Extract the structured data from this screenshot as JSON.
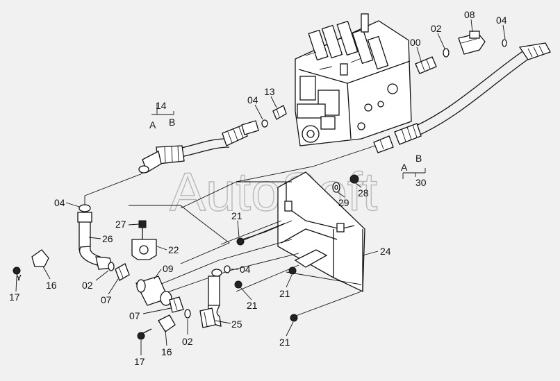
{
  "watermark": "AutoSoft",
  "labels": {
    "p08": "08",
    "p04_top_right": "04",
    "p00": "00",
    "p02_top": "02",
    "p13": "13",
    "p04_mid": "04",
    "p14": "14",
    "pA_left": "A",
    "pB_left": "B",
    "pA_right": "A",
    "pB_right": "B",
    "p30": "30",
    "p29": "29",
    "p28": "28",
    "p04_left": "04",
    "p21_top": "21",
    "p27": "27",
    "p26": "26",
    "p22": "22",
    "p24": "24",
    "p09": "09",
    "p04_lower": "04",
    "p17_left": "17",
    "p16_left": "16",
    "p02_left": "02",
    "p07_left": "07",
    "p21_mid_right": "21",
    "p21_mid": "21",
    "p07_lower": "07",
    "p25": "25",
    "p02_lower": "02",
    "p21_bottom": "21",
    "p16_lower": "16",
    "p17_lower": "17"
  },
  "colors": {
    "background": "#f1f1f1",
    "ink": "#111111",
    "watermark": "#b9b9b9"
  }
}
